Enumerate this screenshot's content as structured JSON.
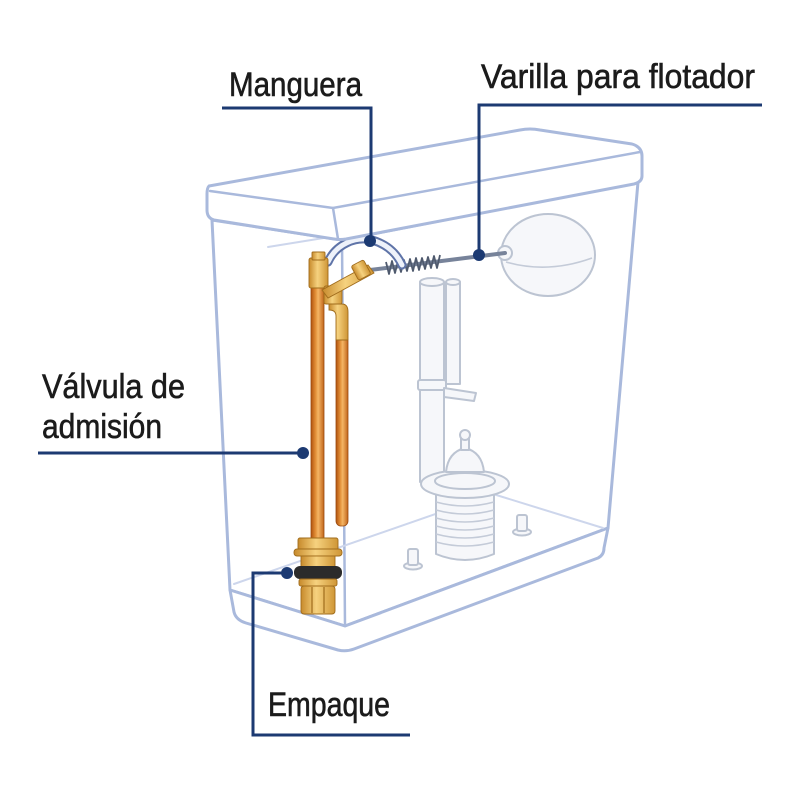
{
  "labels": {
    "manguera": "Manguera",
    "varilla": "Varilla para flotador",
    "valvula": [
      "Válvula de",
      "admisión"
    ],
    "empaque": "Empaque"
  },
  "colors": {
    "callout_line": "#1c3a72",
    "tank_outline": "#a9b9dc",
    "label_text": "#1b1b1b",
    "copper": "#d9892b",
    "brass": "#e6b35a",
    "gasket": "#2b2b2b"
  }
}
